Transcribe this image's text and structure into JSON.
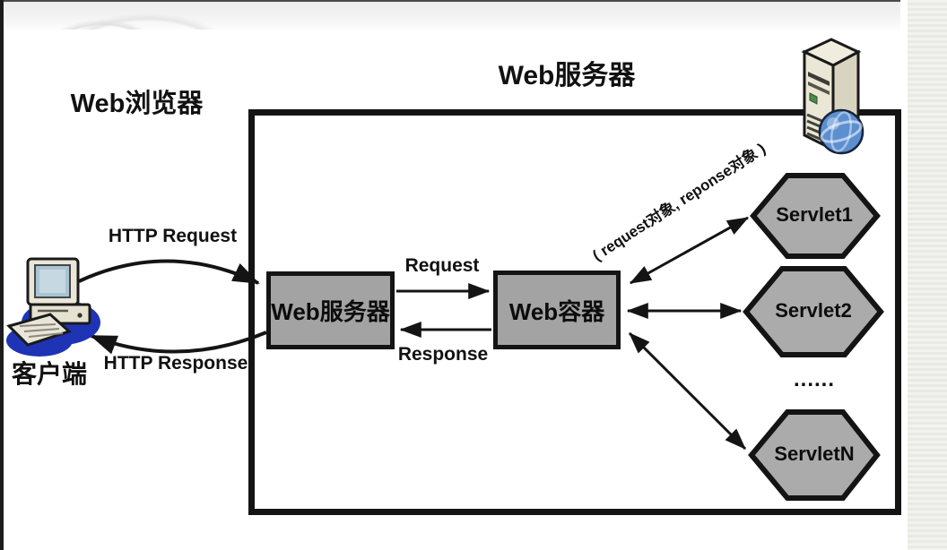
{
  "slide": {
    "browser_label": "Web浏览器",
    "region_title": "Web服务器",
    "client_label": "客户端",
    "nodes": {
      "web_server": "Web服务器",
      "web_container": "Web容器"
    },
    "flows": {
      "http_request": "HTTP Request",
      "http_response": "HTTP Response",
      "request": "Request",
      "response": "Response",
      "objects_note": "( request对象, reponse对象 )"
    },
    "servlets": [
      {
        "label": "Servlet1"
      },
      {
        "label": "Servlet2"
      },
      {
        "label": "ServletN"
      }
    ],
    "ellipsis": "......",
    "icons": {
      "client": "desktop-computer-icon",
      "server": "server-tower-icon"
    },
    "colors": {
      "node_fill": "#a3a3a3",
      "hex_fill": "#ababab",
      "outline": "#141414",
      "arrow": "#141414",
      "server_body": "#ebe7d6",
      "server_side": "#d9d4c0",
      "server_top": "#f0edde",
      "globe": "#5b8fd0",
      "client_shadow": "#1e34b5",
      "client_body": "#eae6d8",
      "screen": "#a9c4d2"
    }
  }
}
